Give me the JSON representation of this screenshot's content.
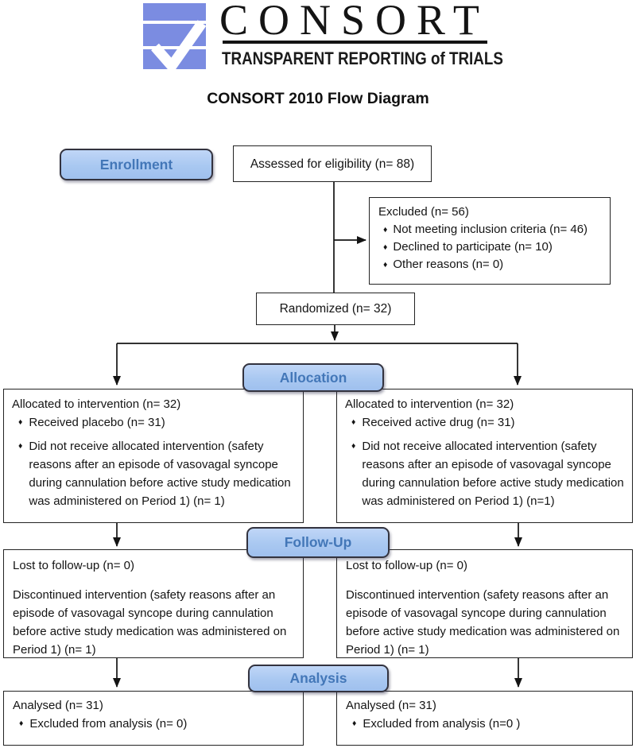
{
  "header": {
    "brand": "CONSORT",
    "tagline": "TRANSPARENT REPORTING of TRIALS",
    "title": "CONSORT 2010 Flow Diagram"
  },
  "glyphs": {
    "bullet": "♦"
  },
  "colors": {
    "logo_blue": "#7b8ce1",
    "pill_fill": "#aecbf2",
    "pill_border": "#33333f",
    "pill_text": "#4377b8",
    "box_border": "#232323",
    "arrow": "#141414"
  },
  "stage_labels": {
    "enrollment": "Enrollment",
    "allocation": "Allocation",
    "followup": "Follow-Up",
    "analysis": "Analysis"
  },
  "boxes": {
    "assessed": "Assessed for eligibility (n= 88)",
    "excluded": {
      "title": "Excluded (n= 56)",
      "bullets": [
        "Not meeting inclusion criteria (n= 46)",
        "Declined to participate (n= 10)",
        "Other reasons (n= 0)"
      ]
    },
    "randomized": "Randomized (n= 32)",
    "allocation_left": {
      "title": "Allocated to intervention (n= 32)",
      "bullets": [
        "Received placebo (n= 31)",
        "Did not receive allocated intervention (safety reasons after an episode of vasovagal syncope during cannulation before active study medication was administered on Period 1) (n= 1)"
      ]
    },
    "allocation_right": {
      "title": "Allocated to intervention (n= 32)",
      "bullets": [
        "Received active drug (n= 31)",
        "Did not receive allocated intervention (safety reasons after an episode of vasovagal syncope during cannulation before active study medication was administered on Period 1) (n=1)"
      ]
    },
    "followup_left": {
      "line1": "Lost to follow-up (n= 0)",
      "line2": "Discontinued intervention (safety reasons after an episode of vasovagal syncope during cannulation before active study medication was administered on Period 1) (n= 1)"
    },
    "followup_right": {
      "line1": "Lost to follow-up (n= 0)",
      "line2": "Discontinued intervention (safety reasons after an episode of vasovagal syncope during cannulation before active study medication was administered on Period 1) (n= 1)"
    },
    "analysis_left": {
      "title": "Analysed (n= 31)",
      "bullets": [
        "Excluded from analysis (n= 0)"
      ]
    },
    "analysis_right": {
      "title": "Analysed (n= 31)",
      "bullets": [
        "Excluded from analysis (n=0 )"
      ]
    }
  }
}
